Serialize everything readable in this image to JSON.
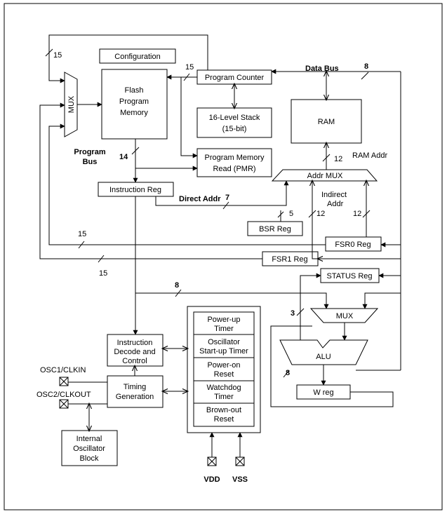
{
  "blocks": {
    "configuration": "Configuration",
    "flash_line1": "Flash",
    "flash_line2": "Program",
    "flash_line3": "Memory",
    "mux_left": "MUX",
    "program_counter": "Program Counter",
    "stack_line1": "16-Level Stack",
    "stack_line2": "(15-bit)",
    "pmr_line1": "Program Memory",
    "pmr_line2": "Read (PMR)",
    "ram": "RAM",
    "addr_mux": "Addr MUX",
    "instruction_reg": "Instruction Reg",
    "bsr_reg": "BSR Reg",
    "fsr0_reg": "FSR0 Reg",
    "fsr1_reg": "FSR1 Reg",
    "status_reg": "STATUS Reg",
    "mux_alu": "MUX",
    "alu": "ALU",
    "w_reg": "W reg",
    "decode_line1": "Instruction",
    "decode_line2": "Decode and",
    "decode_line3": "Control",
    "timing_line1": "Timing",
    "timing_line2": "Generation",
    "osc_line1": "Internal",
    "osc_line2": "Oscillator",
    "osc_line3": "Block"
  },
  "timers": [
    {
      "line1": "Power-up",
      "line2": "Timer"
    },
    {
      "line1": "Oscillator",
      "line2": "Start-up Timer"
    },
    {
      "line1": "Power-on",
      "line2": "Reset"
    },
    {
      "line1": "Watchdog",
      "line2": "Timer"
    },
    {
      "line1": "Brown-out",
      "line2": "Reset"
    }
  ],
  "labels": {
    "data_bus": "Data Bus",
    "data_bus_width": "8",
    "program_bus_line1": "Program",
    "program_bus_line2": "Bus",
    "program_bus_width": "14",
    "ram_addr": "RAM Addr",
    "ram_addr_width": "12",
    "direct_addr": "Direct Addr",
    "direct_addr_width": "7",
    "indirect_line1": "Indirect",
    "indirect_line2": "Addr",
    "bsr_width": "5",
    "indirect_width_a": "12",
    "indirect_width_b": "12",
    "pc_width_top": "15",
    "pc_width_right": "15",
    "fsr0_width": "15",
    "fsr1_width": "15",
    "ir_bus_width": "8",
    "alu_status_width": "3",
    "w_width": "8"
  },
  "pins": {
    "osc1": "OSC1/CLKIN",
    "osc2": "OSC2/CLKOUT",
    "vdd": "VDD",
    "vss": "VSS"
  }
}
